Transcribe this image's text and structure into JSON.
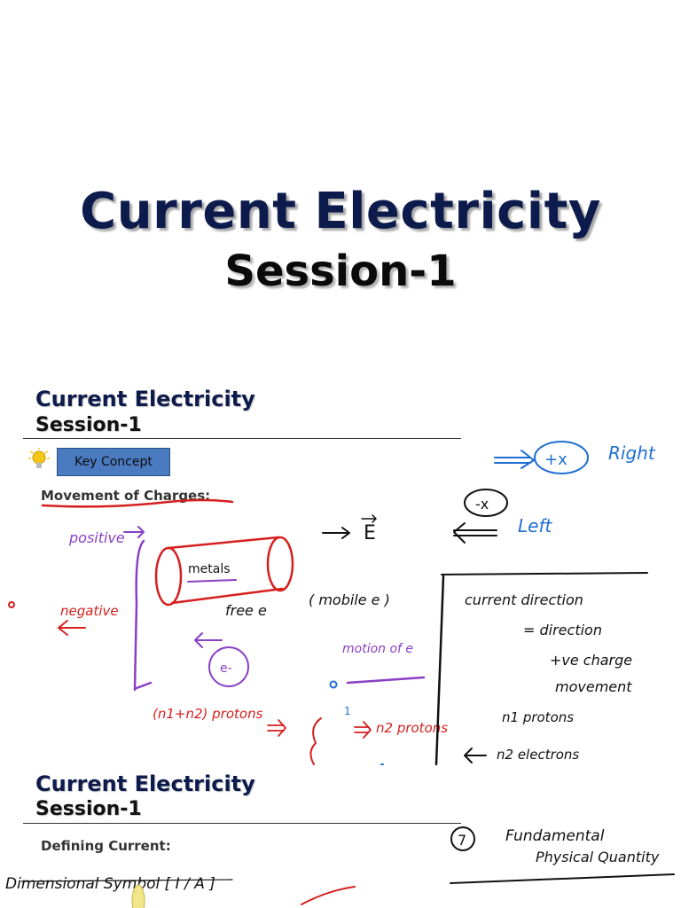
{
  "title_slide": {
    "title": "Current Electricity",
    "subtitle": "Session-1"
  },
  "slide1": {
    "title": "Current Electricity",
    "subtitle": "Session-1",
    "key_concept_label": "Key Concept",
    "section_heading": "Movement of Charges:",
    "icon": "lightbulb-icon"
  },
  "slide2": {
    "title": "Current Electricity",
    "subtitle": "Session-1",
    "section_heading": "Defining Current:"
  },
  "annotations": {
    "right_label": "Right",
    "left_label": "Left",
    "positive_label": "positive",
    "negative_label": "negative",
    "metals_label": "metals",
    "free_e_label": "free e",
    "mobile_e_label": "( mobile e )",
    "motion_label": "motion of e",
    "protons_label": "(n1+n2) protons",
    "n2_protons_label": "n2 protons",
    "current_dir_1": "current direction",
    "current_dir_2": "= direction",
    "current_dir_3": "+ve charge",
    "current_dir_4": "movement",
    "n1_protons_label": "n1 protons",
    "n2_electrons_label": "n2 electrons",
    "fundamental_1": "Fundamental",
    "fundamental_2": "Physical Quantity",
    "number_7": "7",
    "dim_symbol_label": "Dimensional Symbol [ I / A ]",
    "colors": {
      "blue": "#1e6fd0",
      "purple": "#8a3fc4",
      "red": "#d61f1f",
      "black": "#111111"
    }
  }
}
